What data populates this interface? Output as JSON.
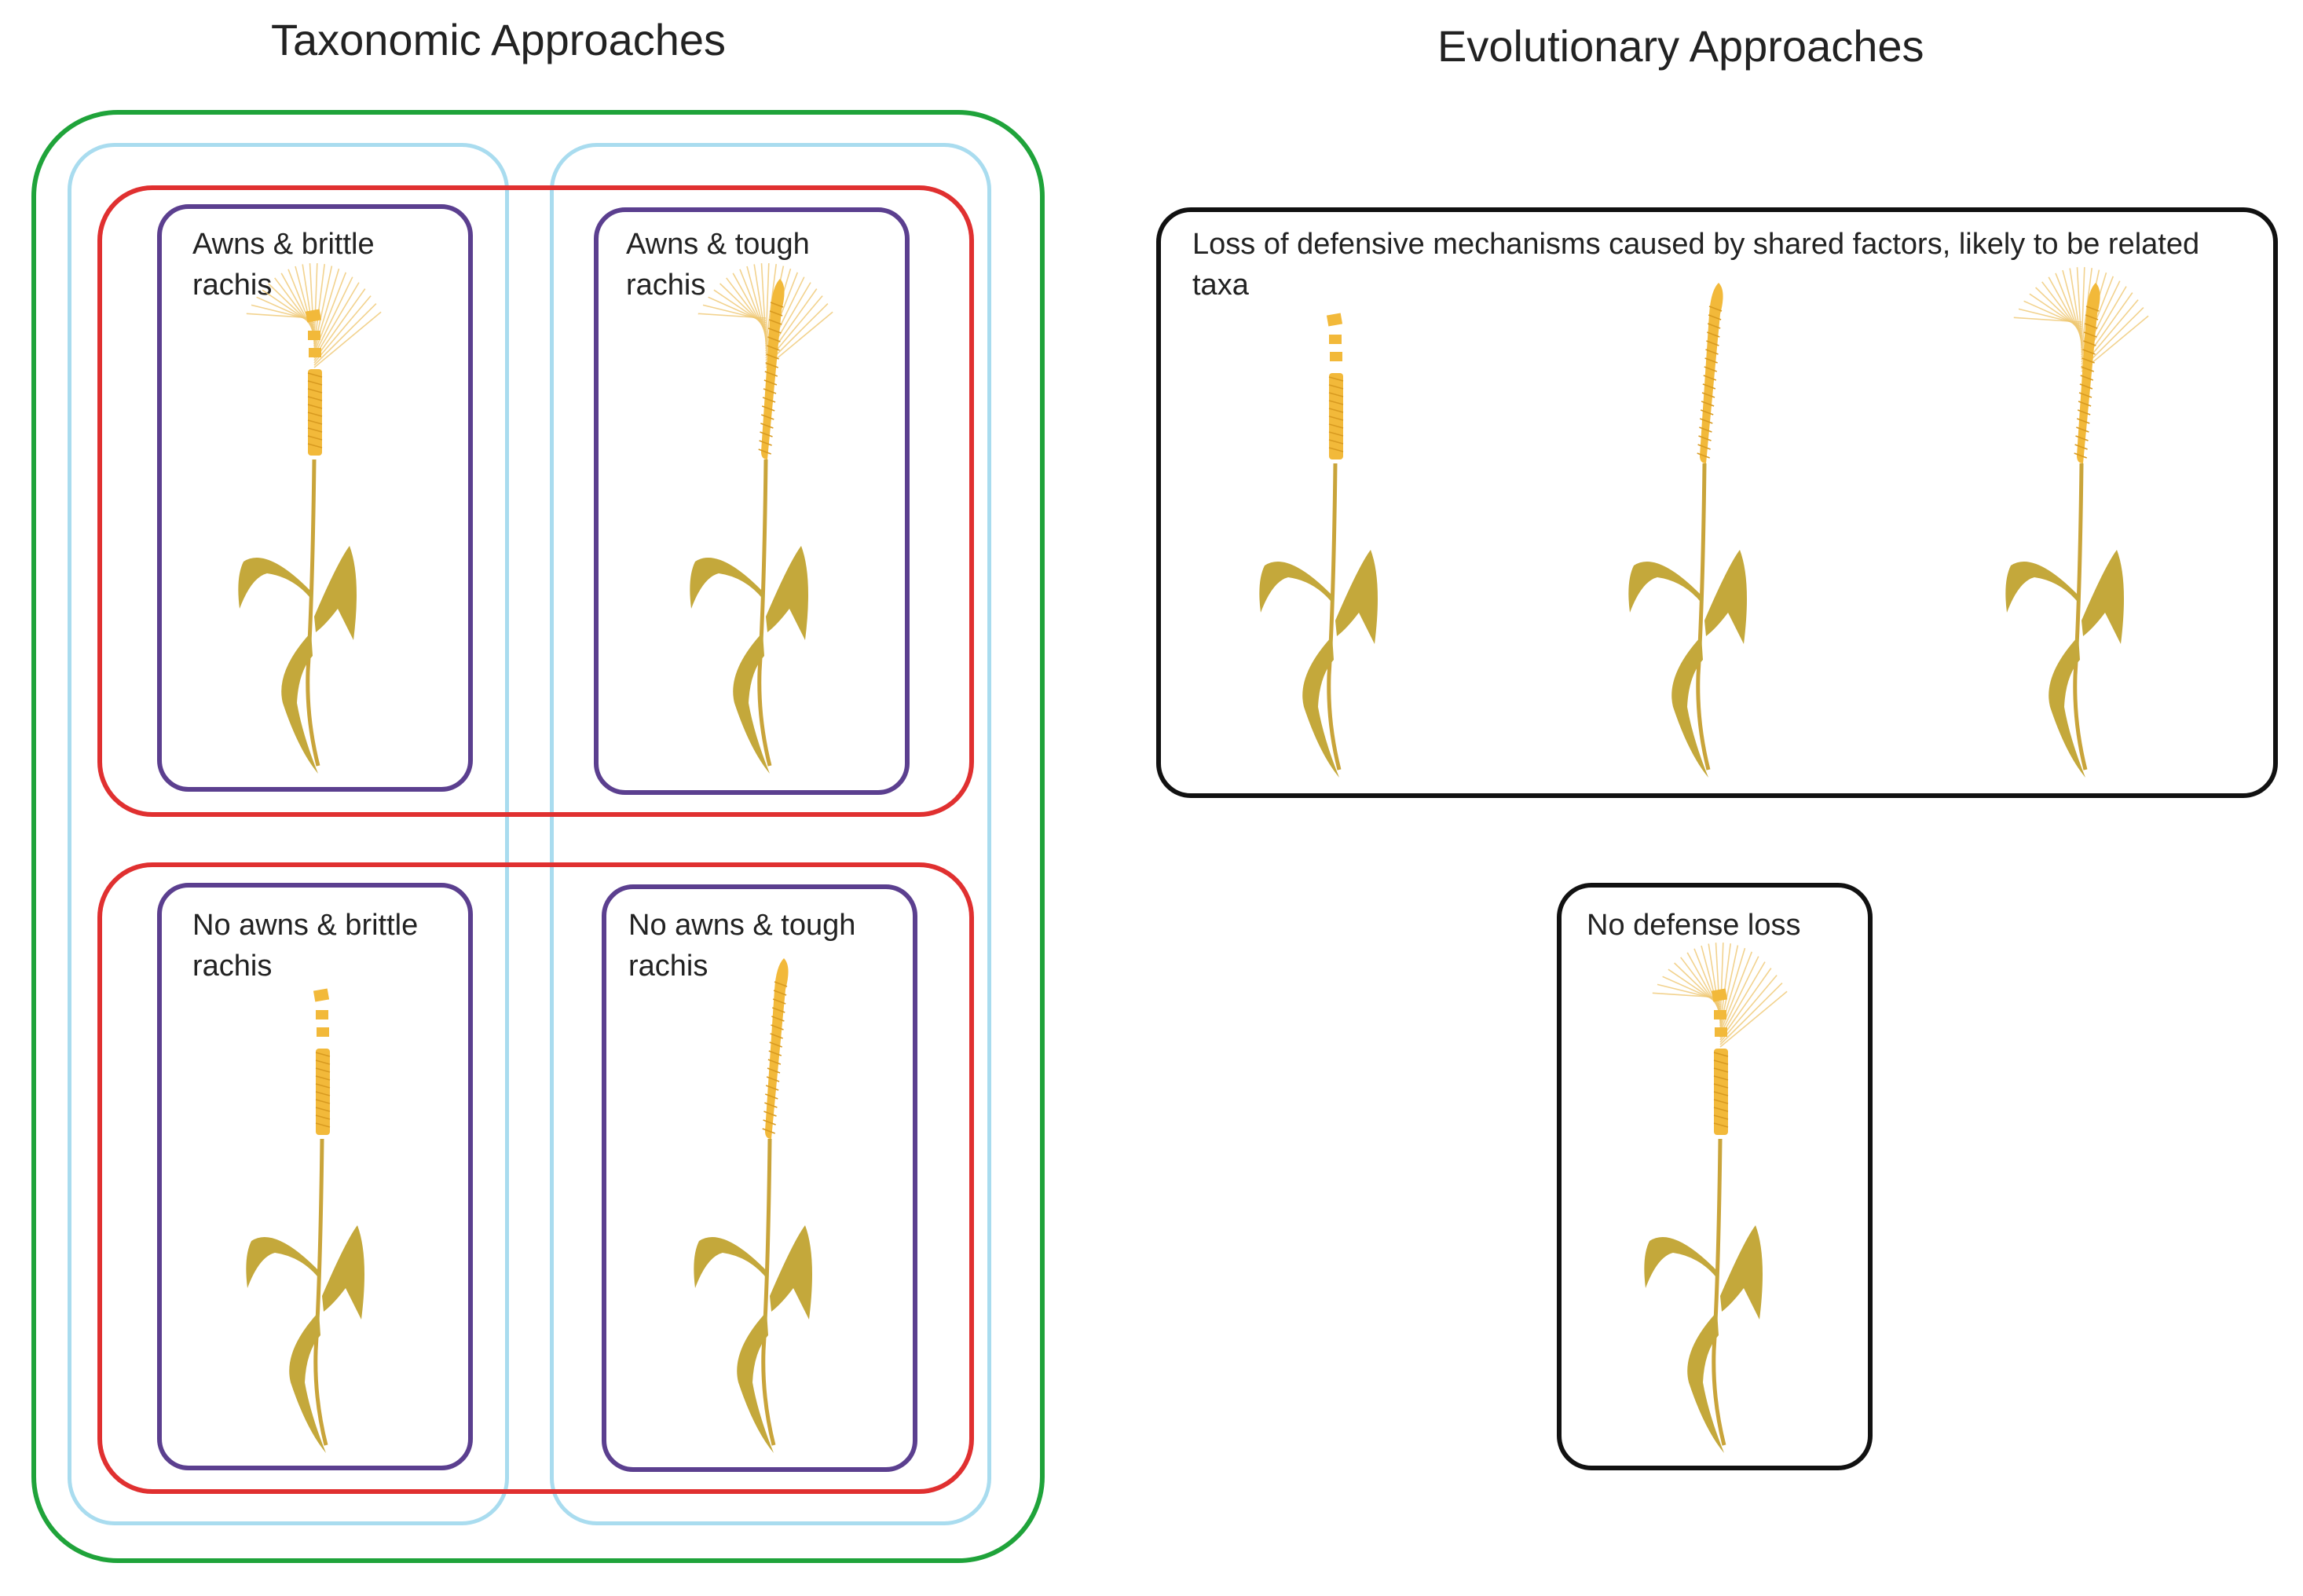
{
  "taxonomic": {
    "title": "Taxonomic Approaches",
    "panels": [
      {
        "label_line1": "Awns & brittle",
        "label_line2": "rachis",
        "spike": "awned-brittle"
      },
      {
        "label_line1": "Awns & tough",
        "label_line2": "rachis",
        "spike": "awned-tough"
      },
      {
        "label_line1": "No awns & brittle",
        "label_line2": "rachis",
        "spike": "awnless-brittle"
      },
      {
        "label_line1": "No awns & tough",
        "label_line2": "rachis",
        "spike": "awnless-tough"
      }
    ]
  },
  "evolutionary": {
    "title": "Evolutionary Approaches",
    "shared_box": {
      "label_line1": "Loss of defensive mechanisms caused by shared factors, likely to be related",
      "label_line2": "taxa",
      "spikes": [
        "awnless-brittle",
        "awnless-tough",
        "awned-tough"
      ]
    },
    "no_loss_box": {
      "label": "No defense loss",
      "spike": "awned-brittle"
    }
  },
  "colors": {
    "outer_group": "#1fa33a",
    "awn_group": "#a9dcef",
    "rachis_group": "#e03030",
    "panel": "#5b3f8f",
    "evolution_box": "#111111",
    "stem": "#c9a43a",
    "leaf": "#c4a83b",
    "spike": "#f2b93a",
    "awn": "#efc872"
  }
}
